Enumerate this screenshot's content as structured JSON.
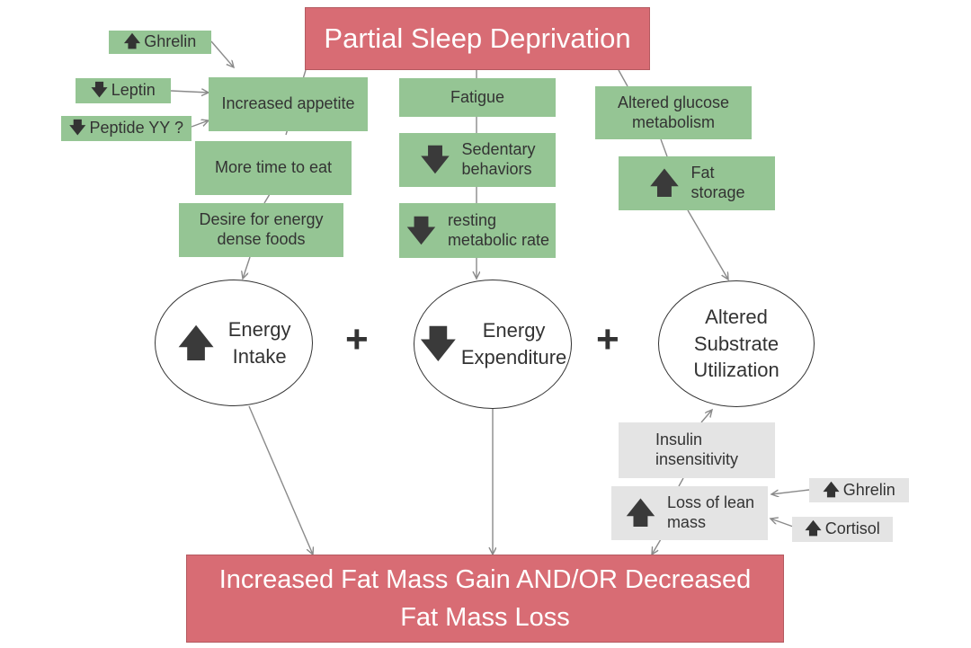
{
  "title": "Partial Sleep Deprivation",
  "bottom": "Increased Fat Mass Gain AND/OR Decreased\nFat Mass Loss",
  "factors_left": {
    "ghrelin": "Ghrelin",
    "leptin": "Leptin",
    "peptide_yy": "Peptide YY ?"
  },
  "intake_column": {
    "increased_appetite": "Increased appetite",
    "more_time": "More time to eat",
    "desire": "Desire for energy\ndense foods"
  },
  "expenditure_column": {
    "fatigue": "Fatigue",
    "sedentary": "Sedentary\nbehaviors",
    "resting": "resting\nmetabolic rate"
  },
  "substrate_column": {
    "glucose": "Altered glucose\nmetabolism",
    "fat_storage": "Fat\nstorage"
  },
  "outcomes": {
    "energy_intake": "Energy\nIntake",
    "energy_expenditure": "Energy\nExpenditure",
    "substrate": "Altered\nSubstrate\nUtilization",
    "plus": "+"
  },
  "lower_right": {
    "insulin": "Insulin\ninsensitivity",
    "lean_mass": "Loss of lean\nmass",
    "ghrelin": "Ghrelin",
    "cortisol": "Cortisol"
  },
  "colors": {
    "red": "#d86c74",
    "green": "#95c594",
    "grey": "#e4e4e4"
  },
  "icons": {
    "up": "up-arrow-icon",
    "down": "down-arrow-icon"
  }
}
